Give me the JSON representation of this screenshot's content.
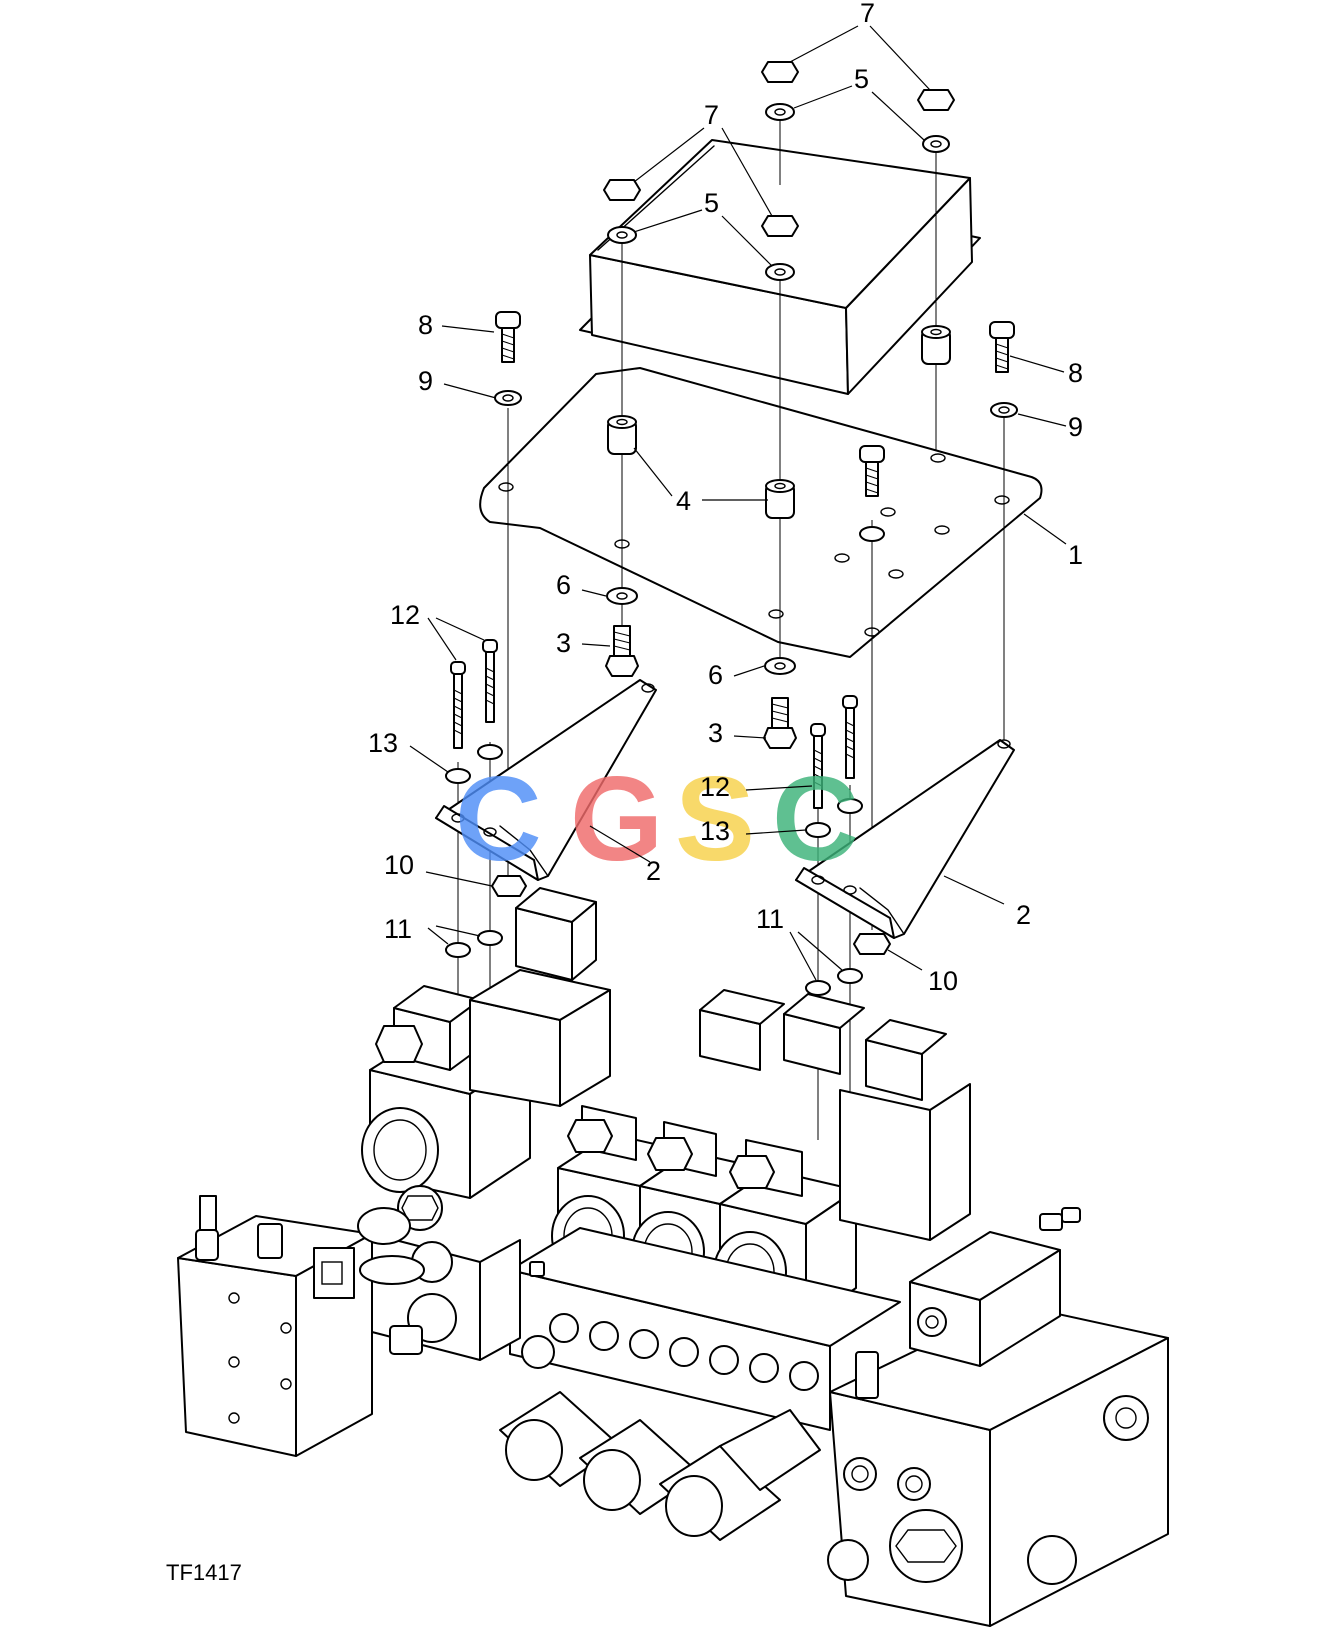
{
  "figure_id": "TF1417",
  "watermark": {
    "letters": [
      {
        "char": "C",
        "color": "#4f8ef7"
      },
      {
        "char": "G",
        "color": "#f06b6b"
      },
      {
        "char": "S",
        "color": "#f7d14a"
      },
      {
        "char": "C",
        "color": "#3db37a"
      }
    ]
  },
  "callouts": [
    {
      "id": "c7-top",
      "text": "7"
    },
    {
      "id": "c5-top",
      "text": "5"
    },
    {
      "id": "c7-left",
      "text": "7"
    },
    {
      "id": "c5-left",
      "text": "5"
    },
    {
      "id": "c8-left",
      "text": "8"
    },
    {
      "id": "c9-left",
      "text": "9"
    },
    {
      "id": "c8-right",
      "text": "8"
    },
    {
      "id": "c9-right",
      "text": "9"
    },
    {
      "id": "c4",
      "text": "4"
    },
    {
      "id": "c1",
      "text": "1"
    },
    {
      "id": "c6-left",
      "text": "6"
    },
    {
      "id": "c3-left",
      "text": "3"
    },
    {
      "id": "c12-left",
      "text": "12"
    },
    {
      "id": "c13-left",
      "text": "13"
    },
    {
      "id": "c6-right",
      "text": "6"
    },
    {
      "id": "c3-right",
      "text": "3"
    },
    {
      "id": "c12-right",
      "text": "12"
    },
    {
      "id": "c13-right",
      "text": "13"
    },
    {
      "id": "c2-left",
      "text": "2"
    },
    {
      "id": "c2-right",
      "text": "2"
    },
    {
      "id": "c10-left",
      "text": "10"
    },
    {
      "id": "c11-left",
      "text": "11"
    },
    {
      "id": "c11-right",
      "text": "11"
    },
    {
      "id": "c10-right",
      "text": "10"
    }
  ]
}
